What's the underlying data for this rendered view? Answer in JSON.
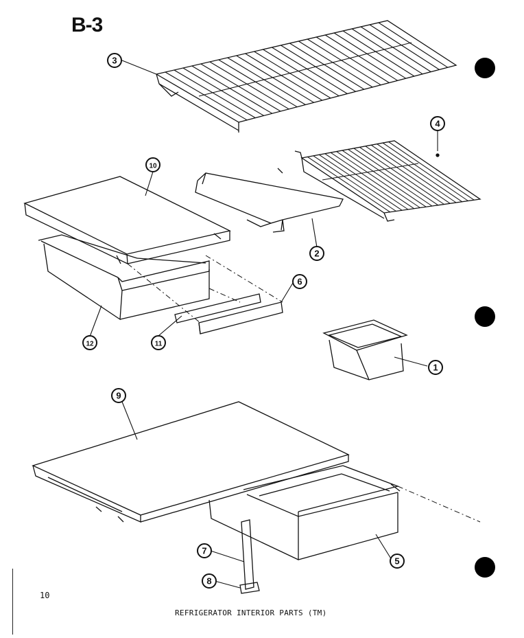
{
  "header": {
    "section": "B-3"
  },
  "footer": {
    "page_number": "10",
    "caption": "REFRIGERATOR INTERIOR PARTS (TM)"
  },
  "callouts": [
    "1",
    "2",
    "3",
    "4",
    "5",
    "6",
    "7",
    "8",
    "9",
    "10",
    "11",
    "12"
  ],
  "colors": {
    "ink": "#111111",
    "paper": "#ffffff"
  }
}
